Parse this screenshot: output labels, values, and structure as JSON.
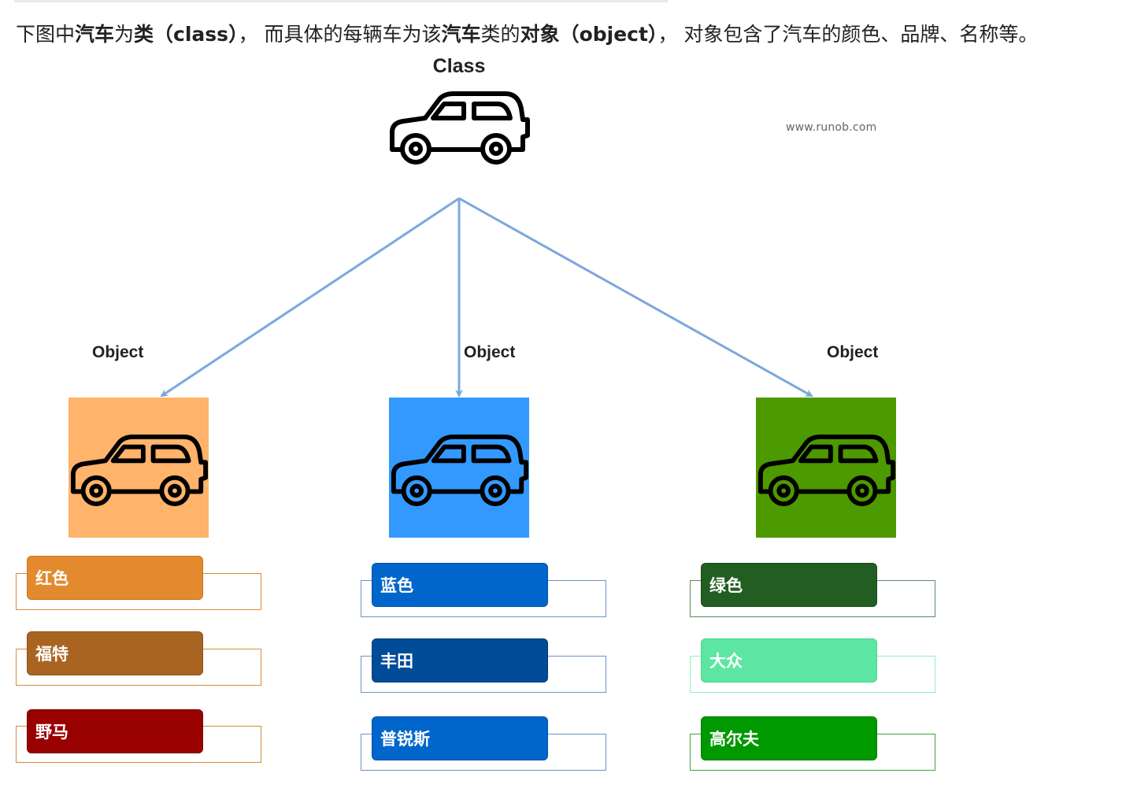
{
  "intro": {
    "part1": "下图中",
    "bold1": "汽车",
    "part2": "为",
    "bold2": "类（class）",
    "part3": "，  而具体的每辆车为该",
    "bold3": "汽车",
    "part4": "类的",
    "bold4": "对象（object）",
    "part5": "，  对象包含了汽车的颜色、品牌、名称等。"
  },
  "diagram": {
    "class_label": "Class",
    "watermark": "www.runob.com",
    "line_color": "#7da7de",
    "objects": [
      {
        "label": "Object",
        "box_color": "#ffb36b",
        "frame_color": "#d98a3c",
        "attributes": [
          {
            "text": "红色",
            "color": "#e38a2e"
          },
          {
            "text": "福特",
            "color": "#a96422"
          },
          {
            "text": "野马",
            "color": "#990000"
          }
        ]
      },
      {
        "label": "Object",
        "box_color": "#3399ff",
        "frame_color": "#6c93c8",
        "attributes": [
          {
            "text": "蓝色",
            "color": "#0066cc"
          },
          {
            "text": "丰田",
            "color": "#004c99"
          },
          {
            "text": "普锐斯",
            "color": "#0066cc"
          }
        ]
      },
      {
        "label": "Object",
        "box_color": "#4d9900",
        "frame_color": "#5e8a60",
        "attributes": [
          {
            "text": "绿色",
            "color": "#225d22"
          },
          {
            "text": "大众",
            "color": "#5ce6a1"
          },
          {
            "text": "高尔夫",
            "color": "#009900"
          }
        ]
      }
    ]
  }
}
